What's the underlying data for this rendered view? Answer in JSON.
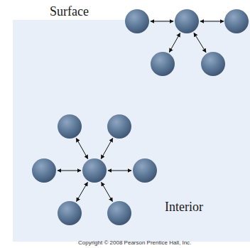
{
  "diagram": {
    "labels": [
      "Surface",
      "Interior",
      "Copyright © 2008 Pearson Prentice Hall, Inc."
    ]
  }
}
